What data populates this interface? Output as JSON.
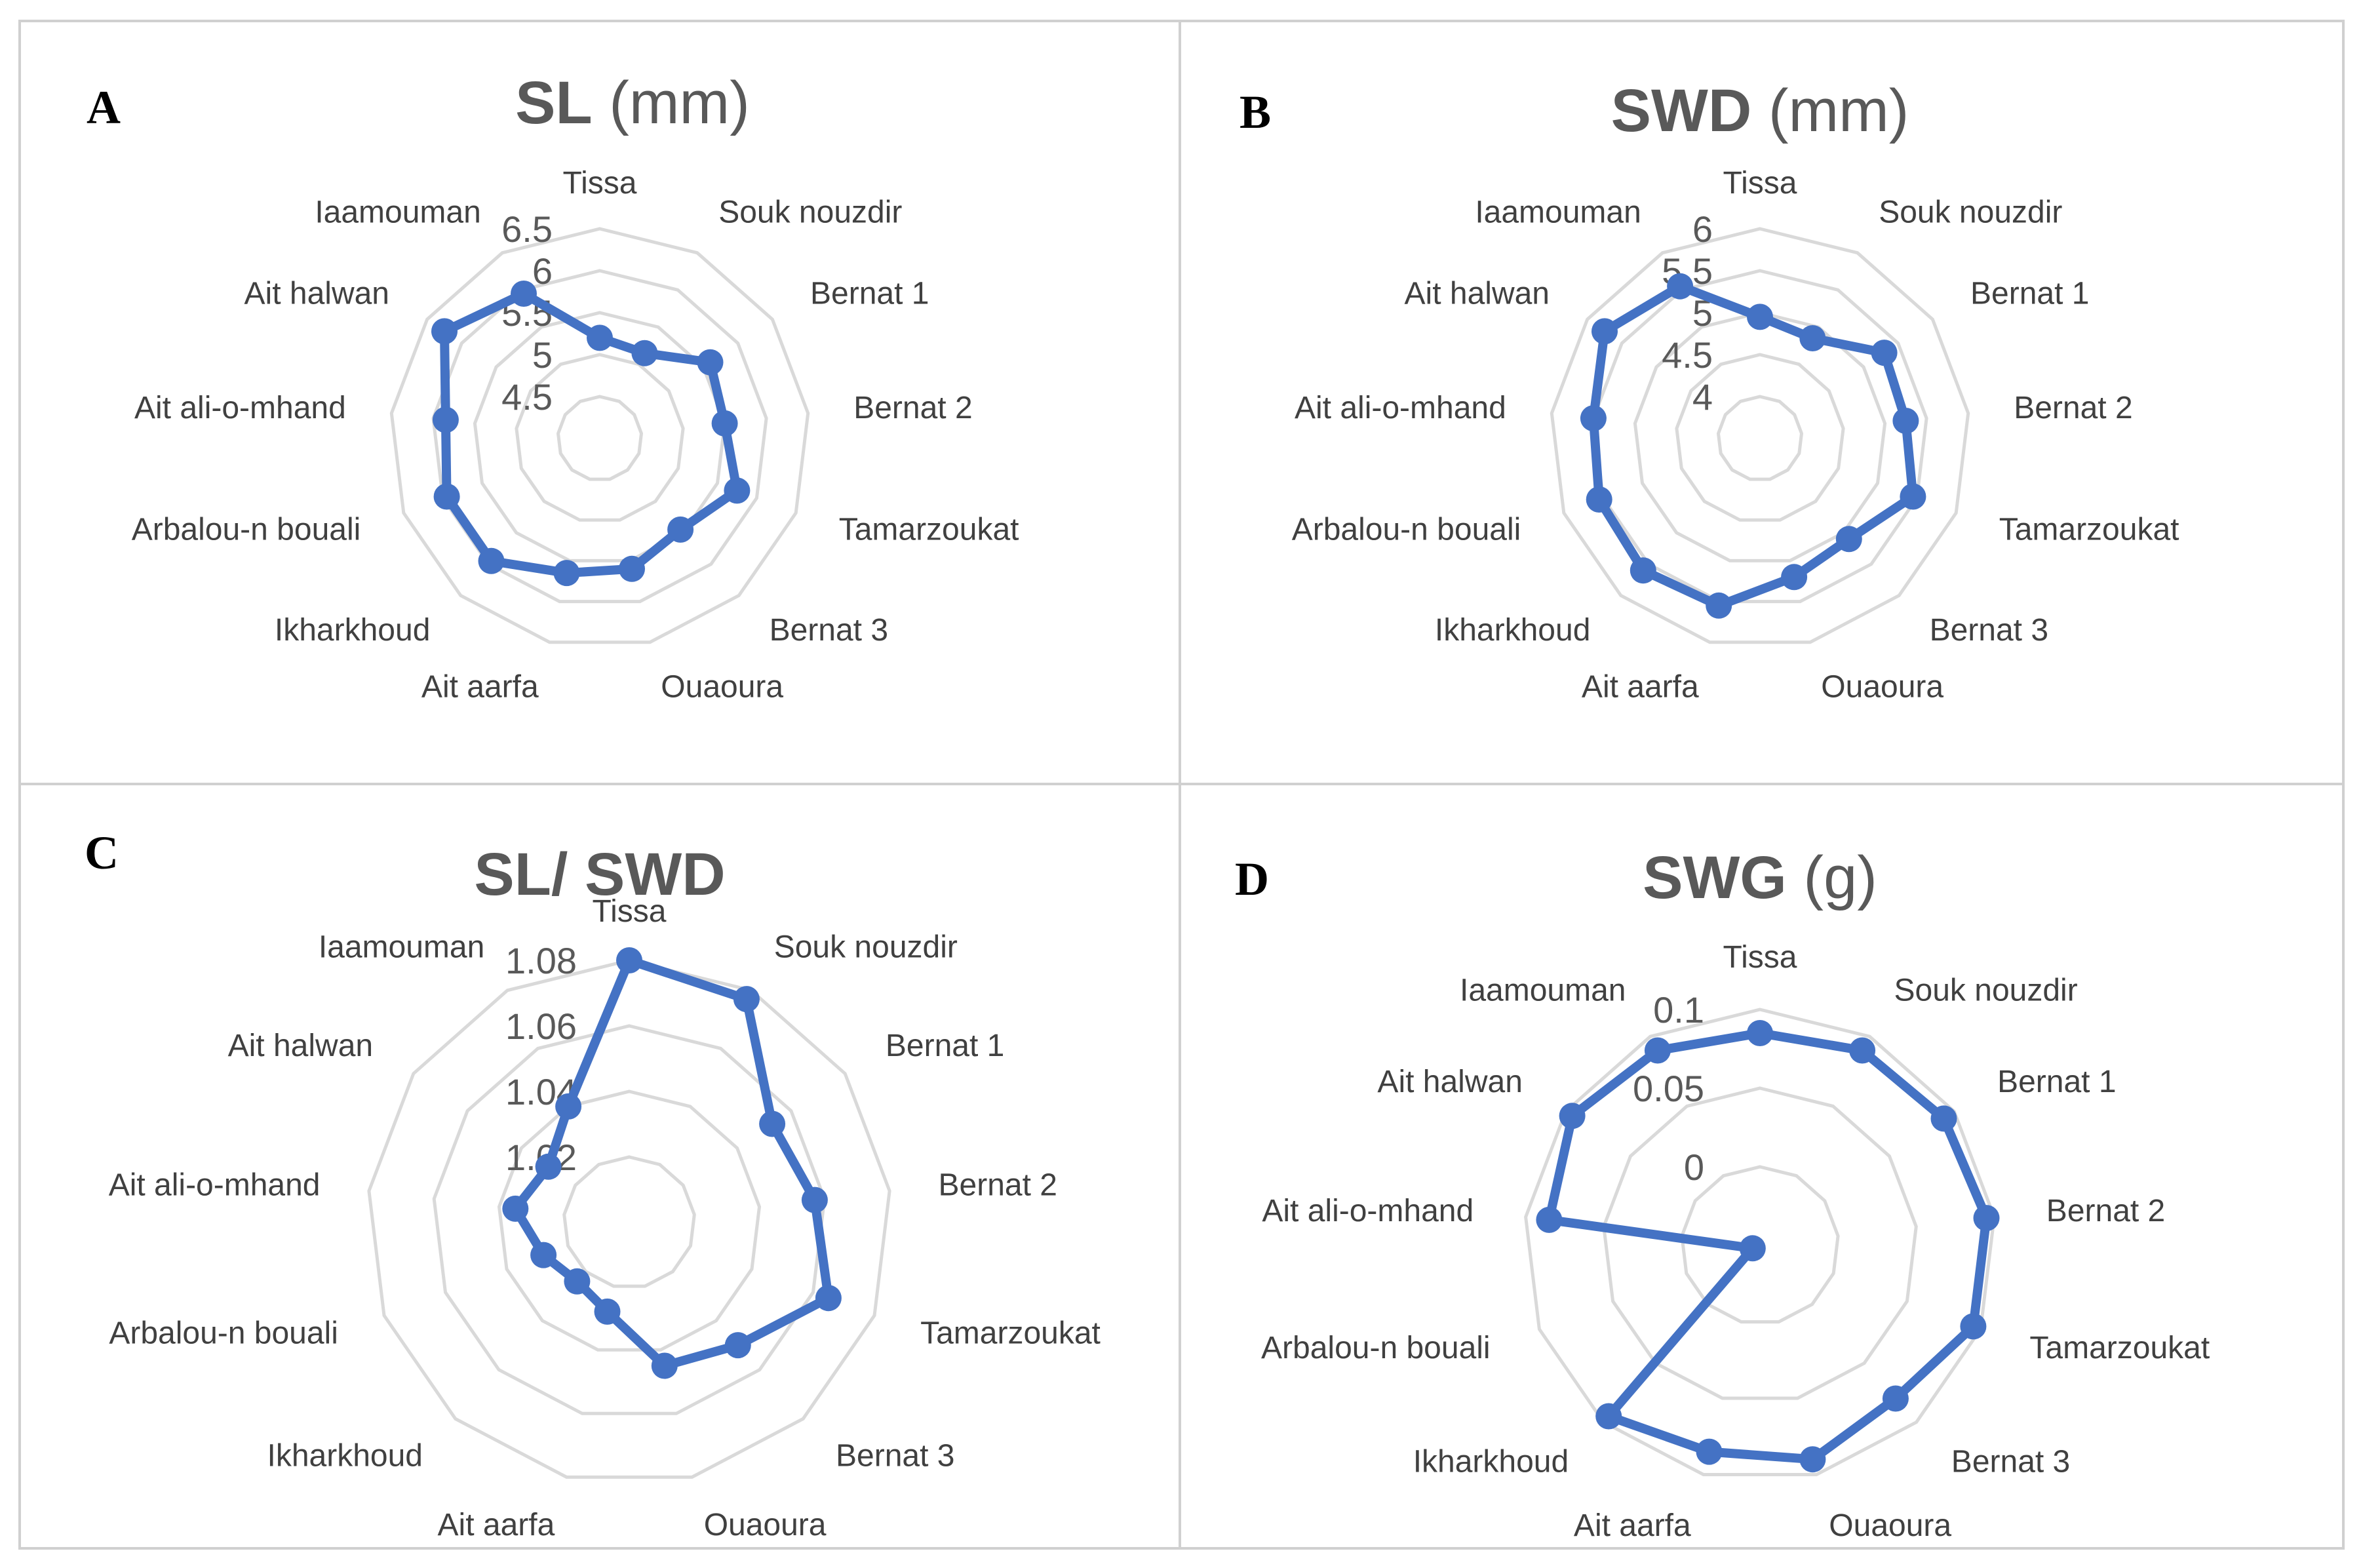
{
  "panels": [
    {
      "letter": "A",
      "title_bold": "SL",
      "title_rest": "(mm)"
    },
    {
      "letter": "B",
      "title_bold": "SWD",
      "title_rest": "(mm)"
    },
    {
      "letter": "C",
      "title_bold": "SL/ SWD",
      "title_rest": ""
    },
    {
      "letter": "D",
      "title_bold": "SWG",
      "title_rest": "(g)"
    }
  ],
  "colors": {
    "series": "#4472C4",
    "grid": "#d9d9d9",
    "frame": "#d0d0d0",
    "title": "#595959",
    "label": "#404040"
  },
  "chart_data": [
    {
      "type": "radar",
      "title": "SL (mm)",
      "categories": [
        "Tissa",
        "Souk nouzdir",
        "Bernat 1",
        "Bernat 2",
        "Tamarzoukat",
        "Bernat 3",
        "Ouaoura",
        "Ait aarfa",
        "Ikharkhoud",
        "Arbalou-n bouali",
        "Ait ali-o-mhand",
        "Ait halwan",
        "Iaamouman"
      ],
      "ticks": [
        4.5,
        5,
        5.5,
        6,
        6.5
      ],
      "rlim": [
        4,
        6.5
      ],
      "values": [
        5.2,
        5.15,
        5.6,
        5.5,
        5.75,
        5.45,
        5.6,
        5.65,
        5.95,
        5.95,
        5.85,
        6.25,
        5.95
      ]
    },
    {
      "type": "radar",
      "title": "SWD (mm)",
      "categories": [
        "Tissa",
        "Souk nouzdir",
        "Bernat 1",
        "Bernat 2",
        "Tamarzoukat",
        "Bernat 3",
        "Ouaoura",
        "Ait aarfa",
        "Ikharkhoud",
        "Arbalou-n bouali",
        "Ait ali-o-mhand",
        "Ait halwan",
        "Iaamouman"
      ],
      "ticks": [
        4,
        4.5,
        5,
        5.5,
        6
      ],
      "rlim": [
        3.5,
        6
      ],
      "values": [
        4.95,
        4.85,
        5.3,
        5.25,
        5.45,
        5.1,
        5.2,
        5.55,
        5.6,
        5.55,
        5.5,
        5.75,
        5.55
      ]
    },
    {
      "type": "radar",
      "title": "SL/ SWD",
      "categories": [
        "Tissa",
        "Souk nouzdir",
        "Bernat 1",
        "Bernat 2",
        "Tamarzoukat",
        "Bernat 3",
        "Ouaoura",
        "Ait aarfa",
        "Ikharkhoud",
        "Arbalou-n bouali",
        "Ait ali-o-mhand",
        "Ait halwan",
        "Iaamouman"
      ],
      "ticks": [
        1.02,
        1.04,
        1.06,
        1.08
      ],
      "rlim": [
        1.0,
        1.08
      ],
      "values": [
        1.08,
        1.077,
        1.053,
        1.057,
        1.065,
        1.05,
        1.045,
        1.028,
        1.024,
        1.028,
        1.035,
        1.03,
        1.04
      ]
    },
    {
      "type": "radar",
      "title": "SWG (g)",
      "categories": [
        "Tissa",
        "Souk nouzdir",
        "Bernat 1",
        "Bernat 2",
        "Tamarzoukat",
        "Bernat 3",
        "Ouaoura",
        "Ait aarfa",
        "Ikharkhoud",
        "Arbalou-n bouali",
        "Ait ali-o-mhand",
        "Ait halwan",
        "Iaamouman"
      ],
      "ticks": [
        0,
        0.05,
        0.1
      ],
      "rlim": [
        -0.05,
        0.1
      ],
      "values": [
        0.085,
        0.09,
        0.092,
        0.095,
        0.095,
        0.08,
        0.09,
        0.085,
        0.095,
        -0.045,
        0.085,
        0.095,
        0.09
      ]
    }
  ]
}
